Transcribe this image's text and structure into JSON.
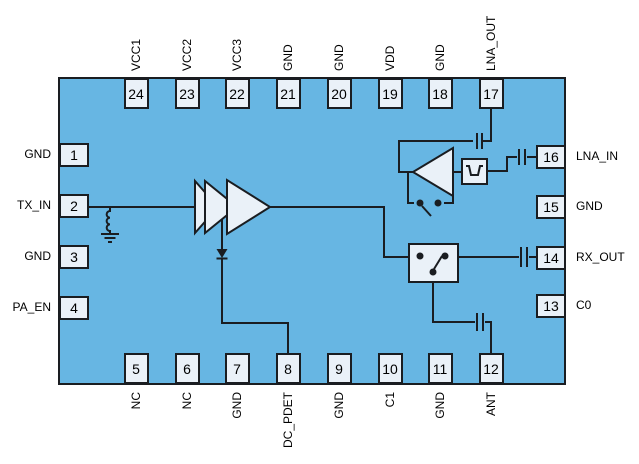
{
  "diagram_type": "IC pinout / functional block schematic",
  "colors": {
    "background": "#FFFFFF",
    "chip_fill": "#67B6E3",
    "pin_fill": "#EAF1F8",
    "line": "#1A1D21"
  },
  "pins": {
    "top": [
      {
        "num": "24",
        "label": "VCC1"
      },
      {
        "num": "23",
        "label": "VCC2"
      },
      {
        "num": "22",
        "label": "VCC3"
      },
      {
        "num": "21",
        "label": "GND"
      },
      {
        "num": "20",
        "label": "GND"
      },
      {
        "num": "19",
        "label": "VDD"
      },
      {
        "num": "18",
        "label": "GND"
      },
      {
        "num": "17",
        "label": "LNA_OUT"
      }
    ],
    "bottom": [
      {
        "num": "5",
        "label": "NC"
      },
      {
        "num": "6",
        "label": "NC"
      },
      {
        "num": "7",
        "label": "GND"
      },
      {
        "num": "8",
        "label": "DC_PDET"
      },
      {
        "num": "9",
        "label": "GND"
      },
      {
        "num": "10",
        "label": "C1"
      },
      {
        "num": "11",
        "label": "GND"
      },
      {
        "num": "12",
        "label": "ANT"
      }
    ],
    "left": [
      {
        "num": "1",
        "label": "GND"
      },
      {
        "num": "2",
        "label": "TX_IN"
      },
      {
        "num": "3",
        "label": "GND"
      },
      {
        "num": "4",
        "label": "PA_EN"
      }
    ],
    "right": [
      {
        "num": "16",
        "label": "LNA_IN"
      },
      {
        "num": "15",
        "label": "GND"
      },
      {
        "num": "14",
        "label": "RX_OUT"
      },
      {
        "num": "13",
        "label": "C0"
      }
    ]
  },
  "components": {
    "pa": "3-stage power amplifier (TX path)",
    "lna": "low-noise amplifier (RX path)",
    "tr_switch": "SPDT antenna TX/RX switch",
    "lna_bypass_switch": "open bypass switch under LNA",
    "filter": "band-pass filter at LNA input",
    "detector_diode": "power detector diode to DC_PDET",
    "shunt_inductor": "shunt inductor to ground at TX_IN",
    "dc_block_caps": "series capacitors at LNA_OUT, LNA_IN, RX_OUT, ANT"
  }
}
